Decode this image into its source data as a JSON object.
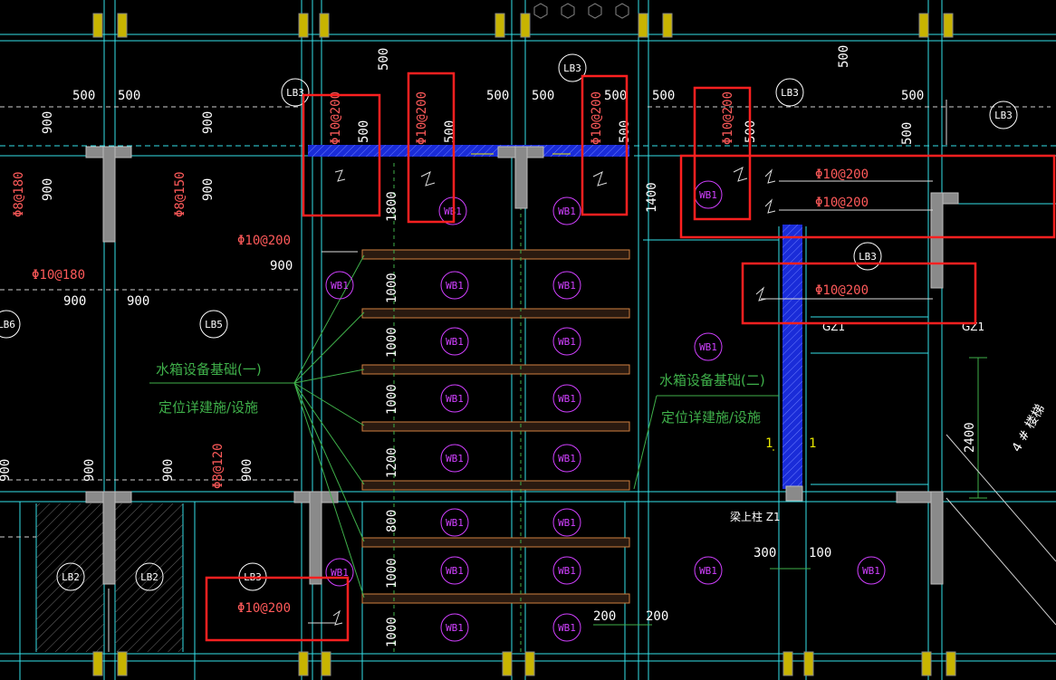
{
  "labels": {
    "lb3": "LB3",
    "lb2": "LB2",
    "lb5": "LB5",
    "lb6": "LB6",
    "wb1": "WB1",
    "gz1": "GZ1",
    "gz1_note": "梁上柱 Z1",
    "stair": "4 # 楼梯",
    "sec_mark": "1"
  },
  "rebar": {
    "p10_200": "Φ10@200",
    "p10_180": "Φ10@180",
    "p8_180": "Φ8@180",
    "p8_150": "Φ8@150",
    "p8_120": "Φ8@120"
  },
  "dims": {
    "d500": "500",
    "d900": "900",
    "d1000": "1000",
    "d1200": "1200",
    "d800": "800",
    "d1800": "1800",
    "d1400": "1400",
    "d2400": "2400",
    "d300": "300",
    "d100": "100",
    "d200": "200"
  },
  "notes": {
    "tank1_a": "水箱设备基础(一)",
    "tank1_b": "定位详建施/设施",
    "tank2_a": "水箱设备基础(二)",
    "tank2_b": "定位详建施/设施"
  },
  "colors": {
    "background": "#000000",
    "highlight": "#ff2020",
    "beam_blue": "#1a2cd8",
    "column_gray": "#8a8a8a",
    "axis_cyan": "#34e0e8",
    "leader_green": "#3fb04a",
    "slab_magenta": "#d040ff"
  }
}
